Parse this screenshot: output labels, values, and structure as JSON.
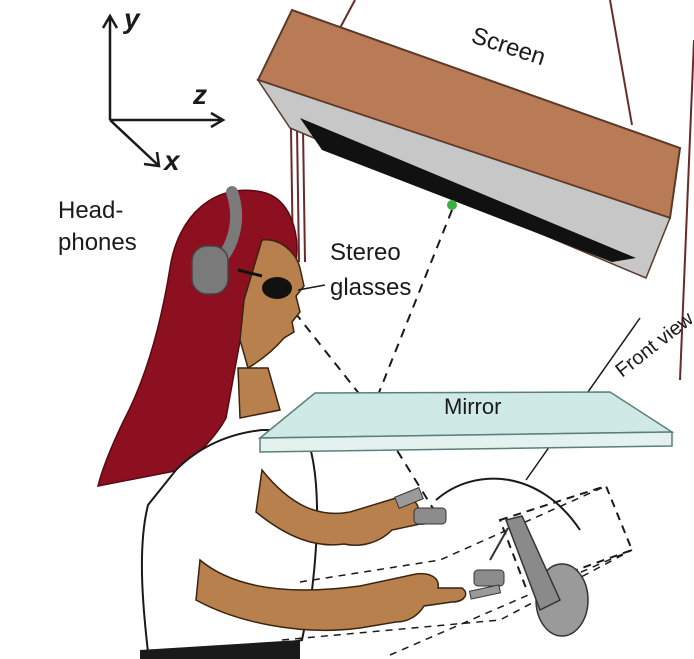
{
  "axes": {
    "y_label": "y",
    "z_label": "z",
    "x_label": "x"
  },
  "labels": {
    "screen": "Screen",
    "headphones_line1": "Head-",
    "headphones_line2": "phones",
    "stereo_line1": "Stereo",
    "stereo_line2": "glasses",
    "mirror": "Mirror",
    "front_view": "Front view"
  },
  "colors": {
    "screen_case": "#b97a56",
    "screen_inner": "#111111",
    "hair": "#8c1020",
    "skin": "#b8804d",
    "headphones": "#7a7a7a",
    "mirror": "#cfe9e6",
    "target_dot": "#3cb043",
    "device": "#9a9a9a"
  }
}
